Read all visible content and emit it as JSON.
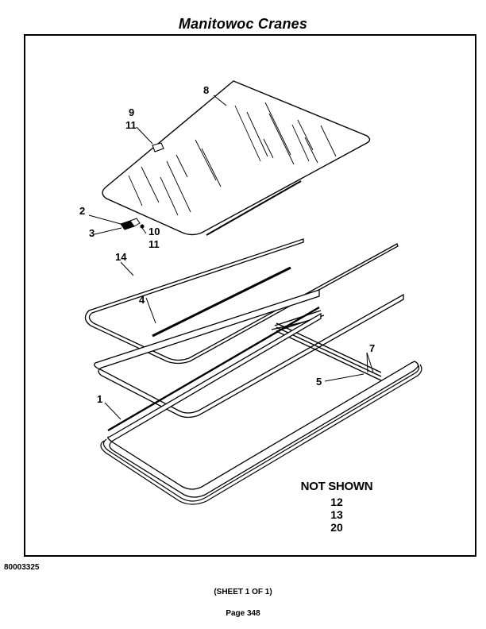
{
  "header": {
    "title": "Manitowoc Cranes"
  },
  "diagram": {
    "callouts": {
      "c8": "8",
      "c9": "9",
      "c11a": "11",
      "c2": "2",
      "c3": "3",
      "c10": "10",
      "c11b": "11",
      "c14": "14",
      "c4": "4",
      "c7": "7",
      "c5": "5",
      "c1": "1"
    },
    "not_shown": {
      "heading": "NOT SHOWN",
      "items": [
        "12",
        "13",
        "20"
      ]
    }
  },
  "footer": {
    "doc_number": "80003325",
    "sheet": "(SHEET 1 OF 1)",
    "page": "Page 348"
  }
}
